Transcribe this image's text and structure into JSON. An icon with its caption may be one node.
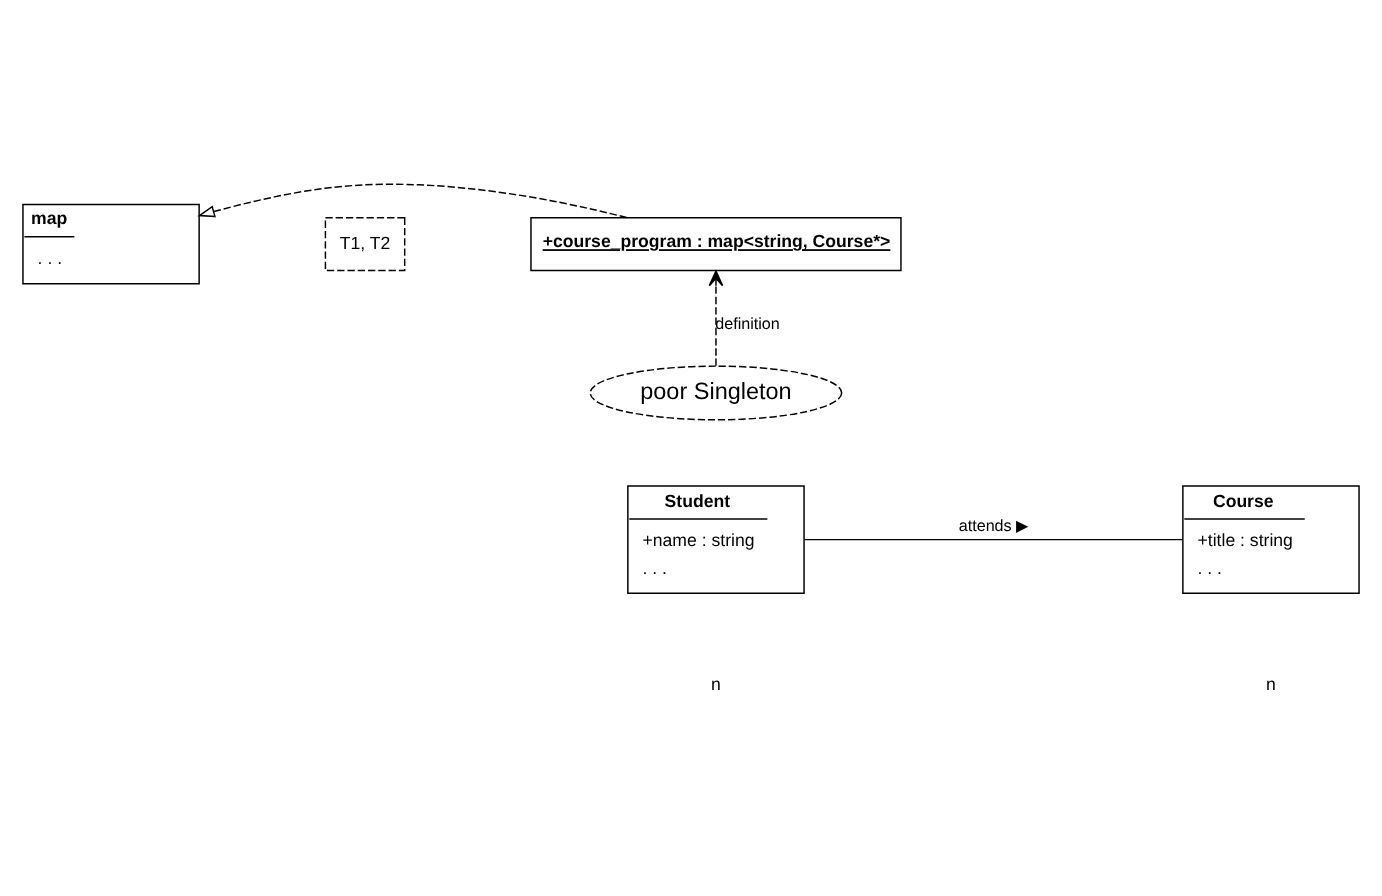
{
  "diagram": {
    "nodes": [
      {
        "text": [
          "map",
          ". . ."
        ]
      },
      {
        "text": [
          "T1, T2"
        ]
      },
      {
        "text": [
          "+course_program : map<string, Course*>"
        ]
      },
      {
        "text": [
          "poor Singleton"
        ]
      },
      {
        "text": [
          "Student",
          "+name : string",
          ". . ."
        ]
      },
      {
        "text": [
          "Course",
          "+title : string",
          ". . ."
        ]
      }
    ],
    "edges": [
      {
        "from": 2,
        "to": 0,
        "arrow": "to",
        "style": "dashed"
      },
      {
        "from": 3,
        "to": 2,
        "arrow": "to",
        "style": "dashed",
        "label": "definition"
      },
      {
        "from": 4,
        "to": 5,
        "arrow": "none",
        "label": "attends ▶"
      }
    ],
    "labels": [
      "n",
      "n"
    ]
  }
}
